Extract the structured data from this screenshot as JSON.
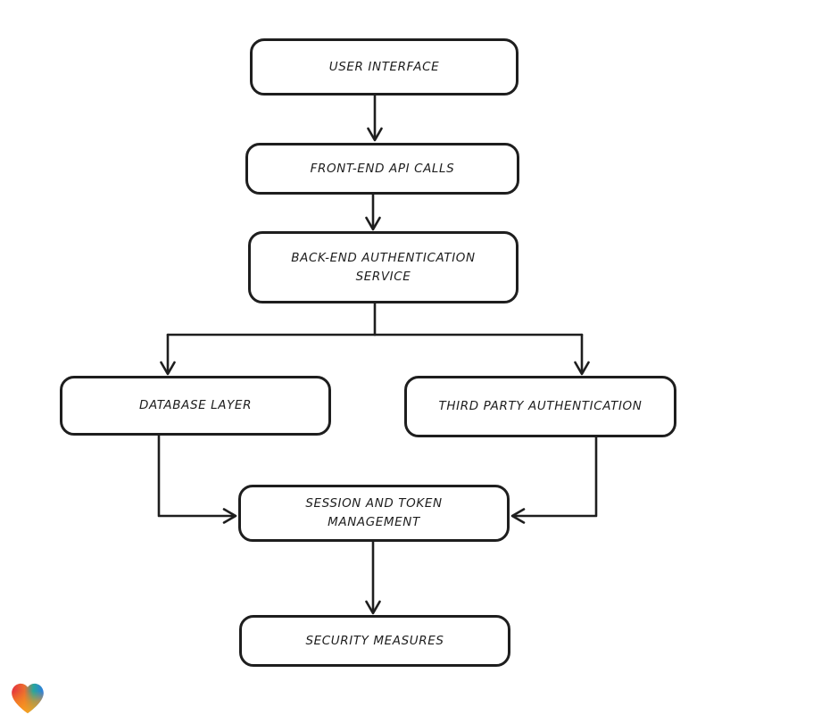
{
  "page": {
    "background": "#ffffff"
  },
  "diagram": {
    "type": "flowchart",
    "stroke_color": "#1e1e1e",
    "node_fill": "#ffffff",
    "nodes": [
      {
        "id": "user-interface",
        "label": "USER INTERFACE"
      },
      {
        "id": "front-end-api-calls",
        "label": "FRONT-END API CALLS"
      },
      {
        "id": "back-end-authentication-service",
        "label": "BACK-END AUTHENTICATION\nSERVICE"
      },
      {
        "id": "database-layer",
        "label": "DATABASE LAYER"
      },
      {
        "id": "third-party-authentication",
        "label": "THIRD PARTY AUTHENTICATION"
      },
      {
        "id": "session-and-token-management",
        "label": "SESSION AND TOKEN\nMANAGEMENT"
      },
      {
        "id": "security-measures",
        "label": "SECURITY MEASURES"
      }
    ],
    "edges": [
      {
        "from": "user-interface",
        "to": "front-end-api-calls"
      },
      {
        "from": "front-end-api-calls",
        "to": "back-end-authentication-service"
      },
      {
        "from": "back-end-authentication-service",
        "to": "database-layer"
      },
      {
        "from": "back-end-authentication-service",
        "to": "third-party-authentication"
      },
      {
        "from": "database-layer",
        "to": "session-and-token-management"
      },
      {
        "from": "third-party-authentication",
        "to": "session-and-token-management"
      },
      {
        "from": "session-and-token-management",
        "to": "security-measures"
      }
    ]
  },
  "logo": {
    "name": "gradient-heart",
    "colors": [
      "#e5323e",
      "#f7941d",
      "#27a79b",
      "#2f7ce0"
    ]
  }
}
